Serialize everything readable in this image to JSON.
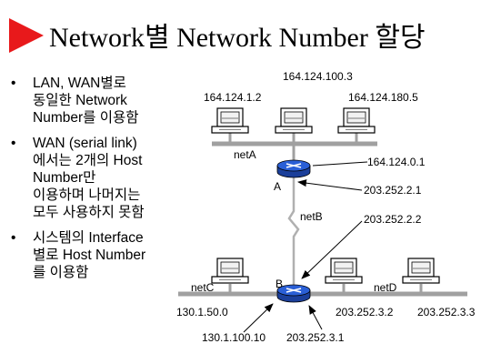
{
  "slide": {
    "title": "Network별 Network Number 할당",
    "accent_color": "#e8191b",
    "bullet_glyph": "•",
    "bullets": [
      {
        "lines": [
          "LAN, WAN별로",
          "동일한 Network",
          "Number를 이용함"
        ]
      },
      {
        "lines": [
          "WAN (serial link)",
          "에서는 2개의 Host",
          "Number만",
          "이용하며 나머지는",
          "모두 사용하지 못함"
        ]
      },
      {
        "lines": [
          "시스템의 Interface",
          "별로 Host Number",
          "를 이용함"
        ]
      }
    ]
  },
  "diagram": {
    "router_color": "#2a5fd6",
    "labels": {
      "host_164_124_100_3": "164.124.100.3",
      "host_164_124_1_2": "164.124.1.2",
      "host_164_124_180_5": "164.124.180.5",
      "net_a": "netA",
      "router_a_if_lan": "164.124.0.1",
      "router_a_name": "A",
      "router_a_if_wan": "203.252.2.1",
      "net_b": "netB",
      "router_b_if_wan": "203.252.2.2",
      "net_c": "netC",
      "router_b_name": "B",
      "net_d": "netD",
      "host_130_1_50_0": "130.1.50.0",
      "host_203_252_3_2": "203.252.3.2",
      "host_203_252_3_3": "203.252.3.3",
      "host_130_1_100_10": "130.1.100.10",
      "router_b_if_lan_d": "203.252.3.1"
    }
  }
}
